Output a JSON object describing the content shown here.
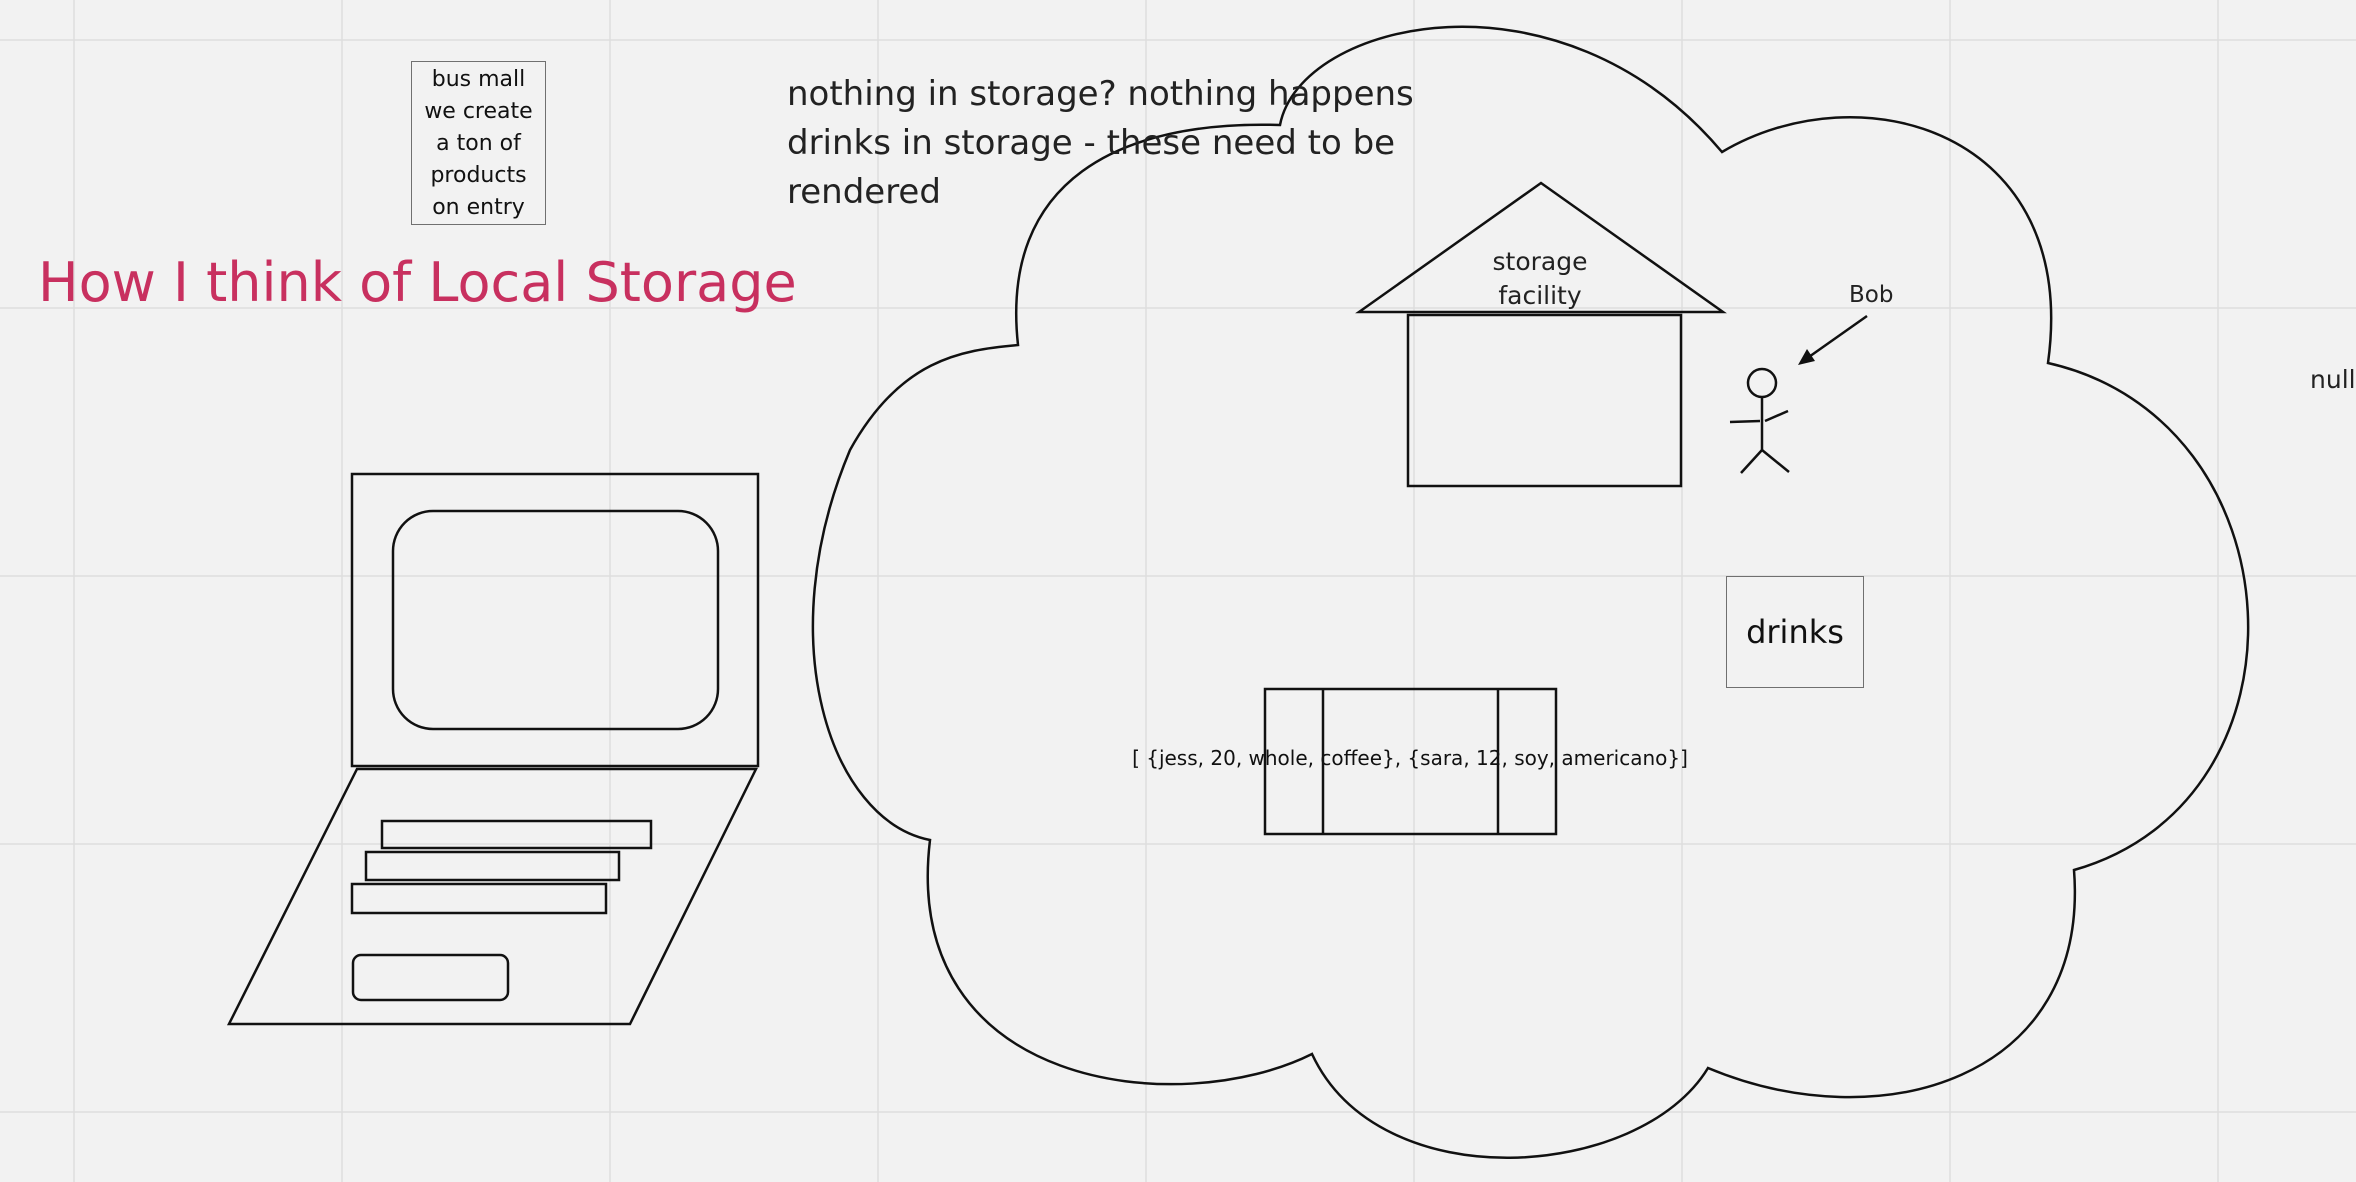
{
  "canvas": {
    "background": "#f2f2f2",
    "grid_color": "#dedede",
    "stroke_color": "#111111"
  },
  "title": {
    "text": "How I think of Local Storage",
    "color": "#c8305f"
  },
  "sticky_note": {
    "lines": [
      "bus mall",
      "we create",
      "a ton of",
      "products",
      "on entry"
    ]
  },
  "note": {
    "lines": [
      "nothing in storage? nothing happens",
      "drinks in storage - these need to be",
      "rendered"
    ]
  },
  "storage_facility": {
    "lines": [
      "storage",
      "facility"
    ]
  },
  "person": {
    "name": "Bob"
  },
  "drinks_box": {
    "label": "drinks"
  },
  "array_text": "[ {jess, 20, whole, coffee}, {sara, 12, soy, americano}]",
  "null_text": "null",
  "icons": [
    "laptop-icon",
    "cloud-shape",
    "house-icon",
    "stick-figure-icon",
    "arrow-icon",
    "bench-shape"
  ]
}
